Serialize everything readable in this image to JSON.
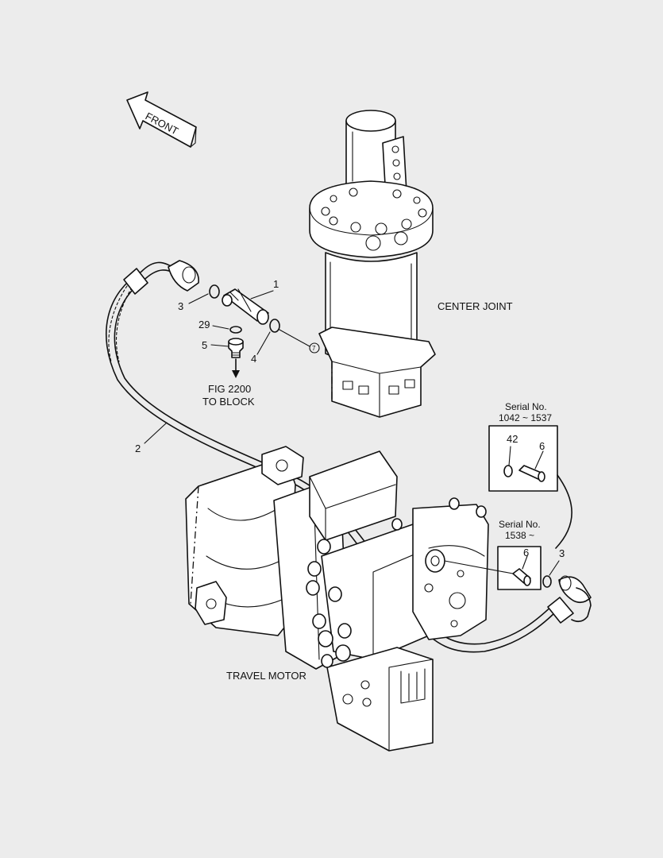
{
  "labels": {
    "front": "FRONT",
    "center_joint": "CENTER JOINT",
    "travel_motor": "TRAVEL MOTOR",
    "fig_ref_line1": "FIG 2200",
    "fig_ref_line2": "TO BLOCK",
    "serial_a_line1": "Serial No.",
    "serial_a_line2": "1042 ~ 1537",
    "serial_b_line1": "Serial No.",
    "serial_b_line2": "1538 ~"
  },
  "callouts": {
    "c1": "1",
    "c2": "2",
    "c3": "3",
    "c3b": "3",
    "c4": "4",
    "c5": "5",
    "c6a": "6",
    "c6b": "6",
    "c7": "7",
    "c29": "29",
    "c42": "42"
  }
}
